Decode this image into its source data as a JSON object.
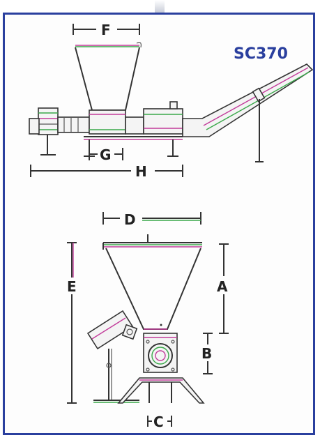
{
  "model": "SC370",
  "dimension_labels": {
    "F": "F",
    "G": "G",
    "H": "H",
    "D": "D",
    "E": "E",
    "A": "A",
    "B": "B",
    "C": "C"
  },
  "colors": {
    "frame": "#2a3f9e",
    "model_text": "#2a3f9e",
    "line": "#333333",
    "accent_magenta": "#c23b9a",
    "accent_green": "#3aa84a"
  }
}
